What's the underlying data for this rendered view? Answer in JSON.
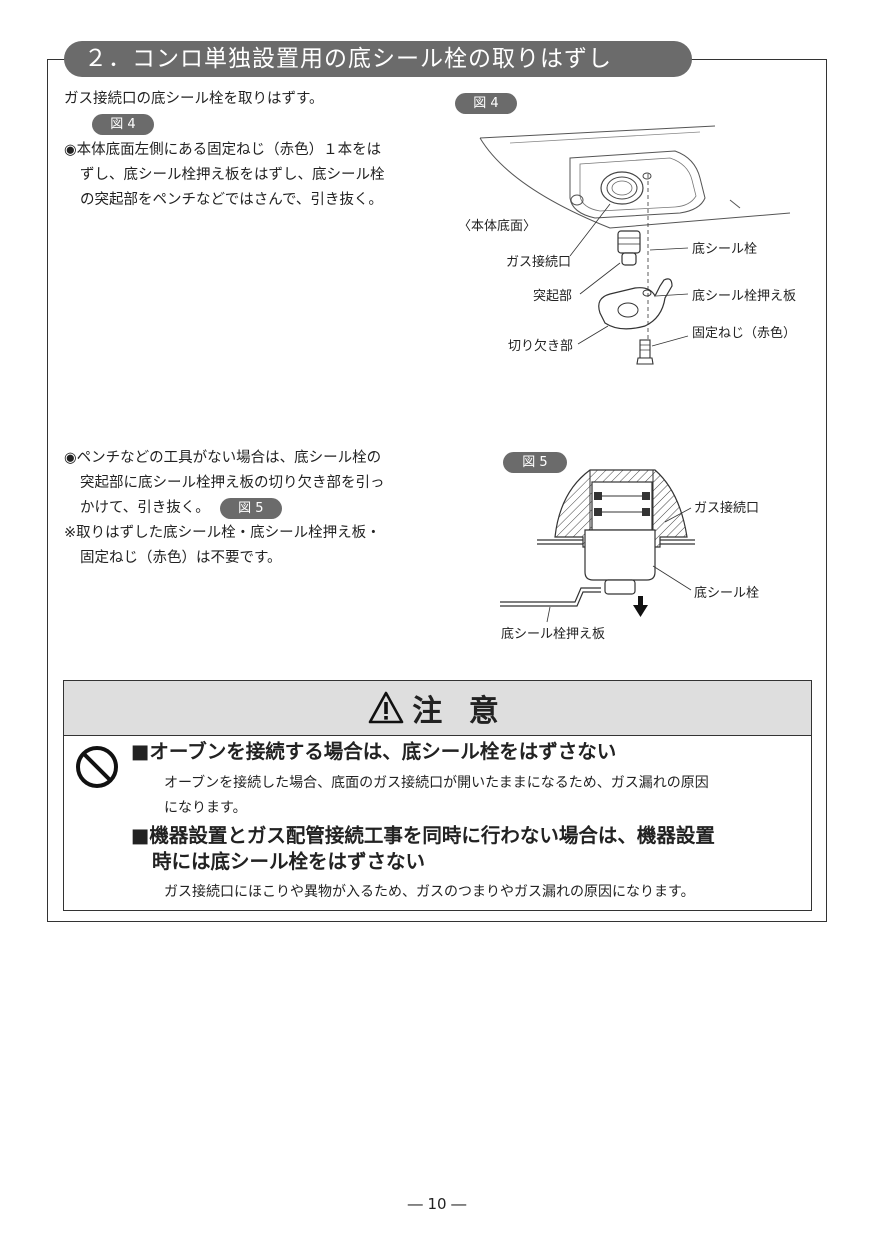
{
  "section": {
    "title": "２．コンロ単独設置用の底シール栓の取りはずし"
  },
  "left": {
    "intro": "ガス接続口の底シール栓を取りはずす。",
    "fig4_ref": "図 4",
    "bullet1": [
      "◉本体底面左側にある固定ねじ（赤色）１本をは",
      "ずし、底シール栓押え板をはずし、底シール栓",
      "の突起部をペンチなどではさんで、引き抜く。"
    ],
    "bullet2": [
      "◉ペンチなどの工具がない場合は、底シール栓の",
      "突起部に底シール栓押え板の切り欠き部を引っ",
      "かけて、引き抜く。"
    ],
    "fig5_ref": "図 5",
    "note": [
      "※取りはずした底シール栓・底シール栓押え板・",
      "固定ねじ（赤色）は不要です。"
    ]
  },
  "figure4": {
    "label": "図 4",
    "body_bottom": "〈本体底面〉",
    "gas_inlet": "ガス接続口",
    "seal_plug": "底シール栓",
    "protrusion": "突起部",
    "plug_plate": "底シール栓押え板",
    "notch": "切り欠き部",
    "screw": "固定ねじ（赤色）"
  },
  "figure5": {
    "label": "図 5",
    "gas_inlet": "ガス接続口",
    "seal_plug": "底シール栓",
    "plug_plate": "底シール栓押え板"
  },
  "caution": {
    "title": "注 意",
    "item1_head": "■オーブンを接続する場合は、底シール栓をはずさない",
    "item1_body": [
      "オーブンを接続した場合、底面のガス接続口が開いたままになるため、ガス漏れの原因",
      "になります。"
    ],
    "item2_head": [
      "■機器設置とガス配管接続工事を同時に行わない場合は、機器設置",
      "時には底シール栓をはずさない"
    ],
    "item2_body": "ガス接続口にほこりや異物が入るため、ガスのつまりやガス漏れの原因になります。"
  },
  "page_number": "― 10 ―"
}
